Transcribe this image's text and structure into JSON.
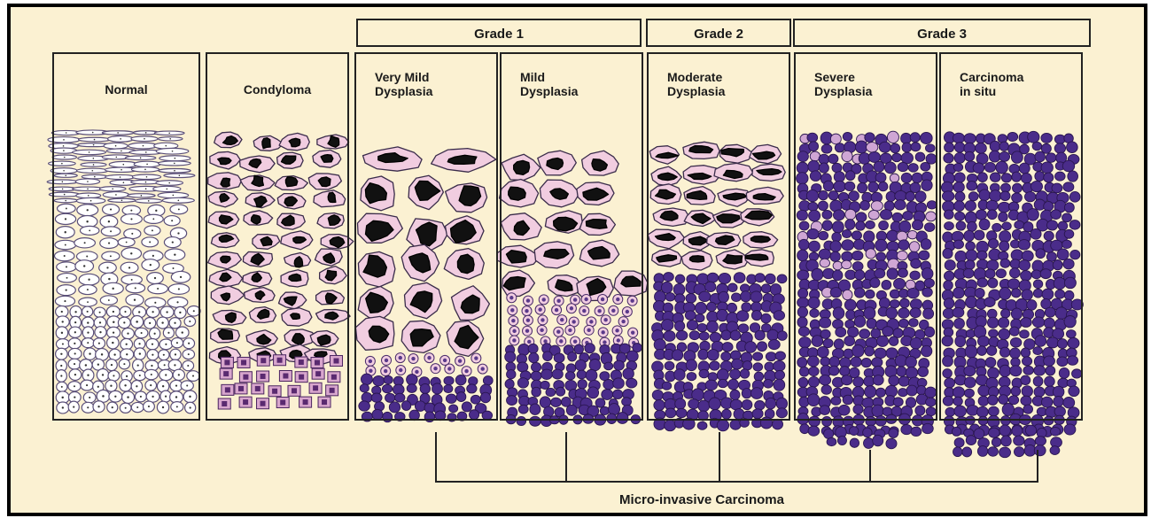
{
  "grades": [
    {
      "id": "g1",
      "label": "Grade 1"
    },
    {
      "id": "g2",
      "label": "Grade 2"
    },
    {
      "id": "g3",
      "label": "Grade 3"
    }
  ],
  "stages": [
    {
      "id": "normal",
      "label": [
        "Normal"
      ]
    },
    {
      "id": "condyloma",
      "label": [
        "Condyloma"
      ]
    },
    {
      "id": "very-mild",
      "label": [
        "Very Mild",
        "Dysplasia"
      ]
    },
    {
      "id": "mild",
      "label": [
        "Mild",
        "Dysplasia"
      ]
    },
    {
      "id": "moderate",
      "label": [
        "Moderate",
        "Dysplasia"
      ]
    },
    {
      "id": "severe",
      "label": [
        "Severe",
        "Dysplasia"
      ]
    },
    {
      "id": "cis",
      "label": [
        "Carcinoma",
        "in situ"
      ]
    }
  ],
  "footer": {
    "label": "Micro-invasive Carcinoma"
  },
  "colors": {
    "background": "#fbf1d2",
    "border": "#000000",
    "normal_cell_fill": "#ffffff",
    "normal_cell_stroke": "#5a4f78",
    "pink_cell": "#f1cde0",
    "nucleus_dark": "#111111",
    "purple_cell": "#4a2c8a",
    "light_purple_cell": "#cfa6d4"
  }
}
